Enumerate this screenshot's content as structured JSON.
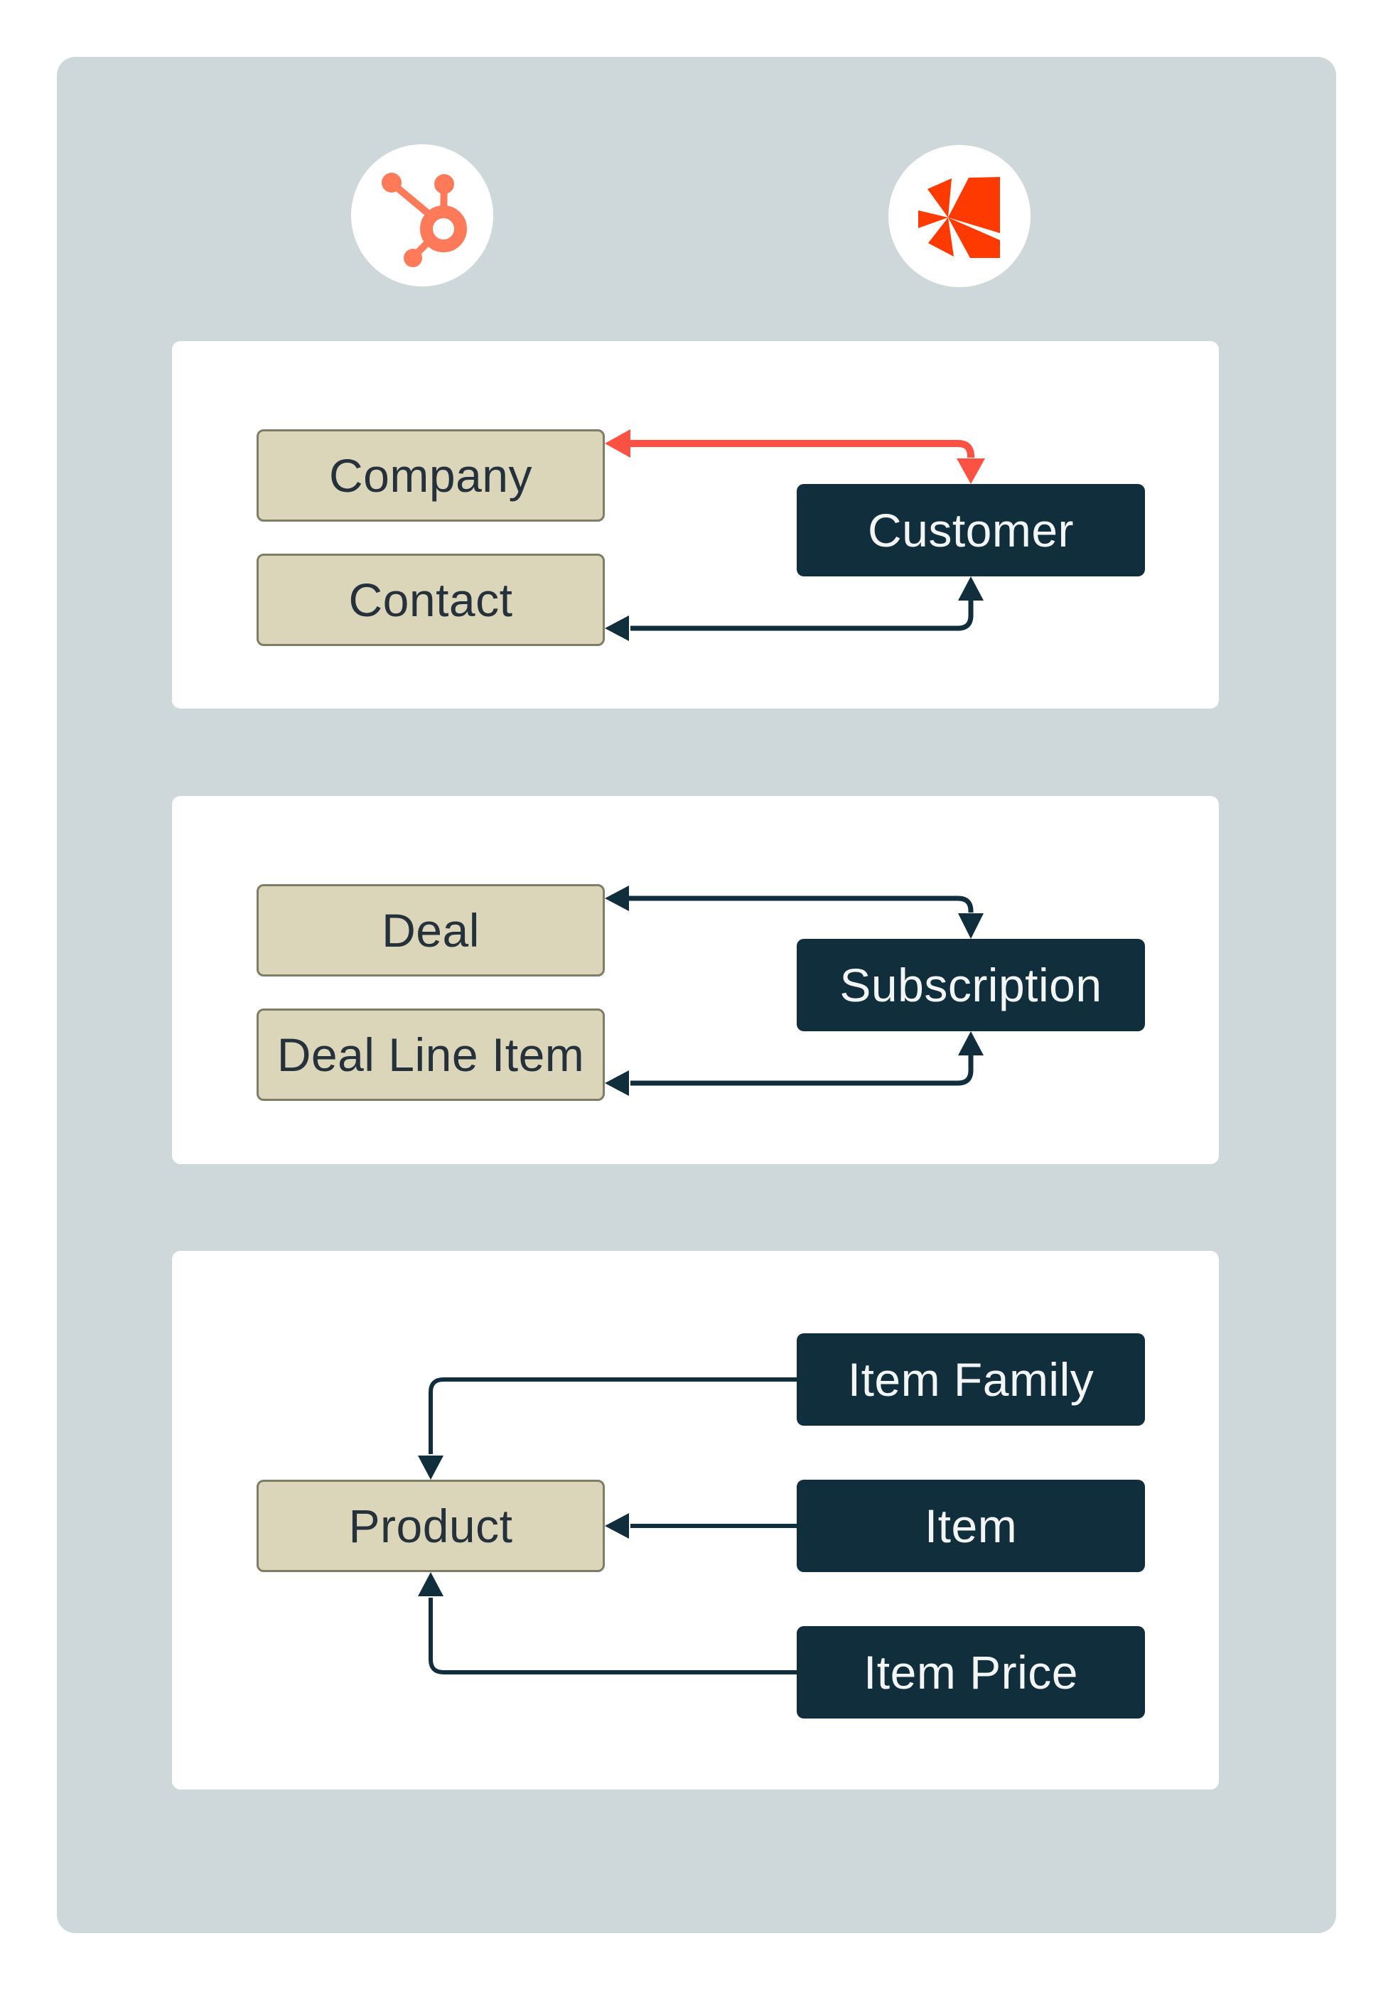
{
  "logos": {
    "left": {
      "icon": "hubspot-sprocket-icon",
      "brand_color": "#FF7A59"
    },
    "right": {
      "icon": "chargebee-pinwheel-icon",
      "brand_color": "#FF3A00"
    }
  },
  "colors": {
    "page_background": "#FFFFFF",
    "board_background": "#CED7DA",
    "panel_background": "#FFFFFF",
    "hubspot_node_fill": "#DBD5BA",
    "hubspot_node_border": "#7E7E68",
    "hubspot_node_text": "#26323B",
    "chargebee_node_fill": "#112E3C",
    "chargebee_node_text": "#F2F5F4",
    "red_arrow": "#FD5243",
    "navy_arrow": "#112E3C"
  },
  "panels": [
    {
      "name": "companies-contacts-sync",
      "hubspot_nodes": [
        "Company",
        "Contact"
      ],
      "chargebee_nodes": [
        "Customer"
      ],
      "connections": [
        {
          "from": "Customer",
          "to": "Company",
          "color": "#FD5243",
          "bidirectional": true
        },
        {
          "from": "Customer",
          "to": "Contact",
          "color": "#112E3C",
          "bidirectional": true
        }
      ]
    },
    {
      "name": "deals-subscriptions-sync",
      "hubspot_nodes": [
        "Deal",
        "Deal Line Item"
      ],
      "chargebee_nodes": [
        "Subscription"
      ],
      "connections": [
        {
          "from": "Subscription",
          "to": "Deal",
          "color": "#112E3C",
          "bidirectional": true
        },
        {
          "from": "Subscription",
          "to": "Deal Line Item",
          "color": "#112E3C",
          "bidirectional": true
        }
      ]
    },
    {
      "name": "products-items-sync",
      "hubspot_nodes": [
        "Product"
      ],
      "chargebee_nodes": [
        "Item Family",
        "Item",
        "Item Price"
      ],
      "connections": [
        {
          "from": "Item Family",
          "to": "Product",
          "color": "#112E3C",
          "bidirectional": false
        },
        {
          "from": "Item",
          "to": "Product",
          "color": "#112E3C",
          "bidirectional": false
        },
        {
          "from": "Item Price",
          "to": "Product",
          "color": "#112E3C",
          "bidirectional": false
        }
      ]
    }
  ]
}
